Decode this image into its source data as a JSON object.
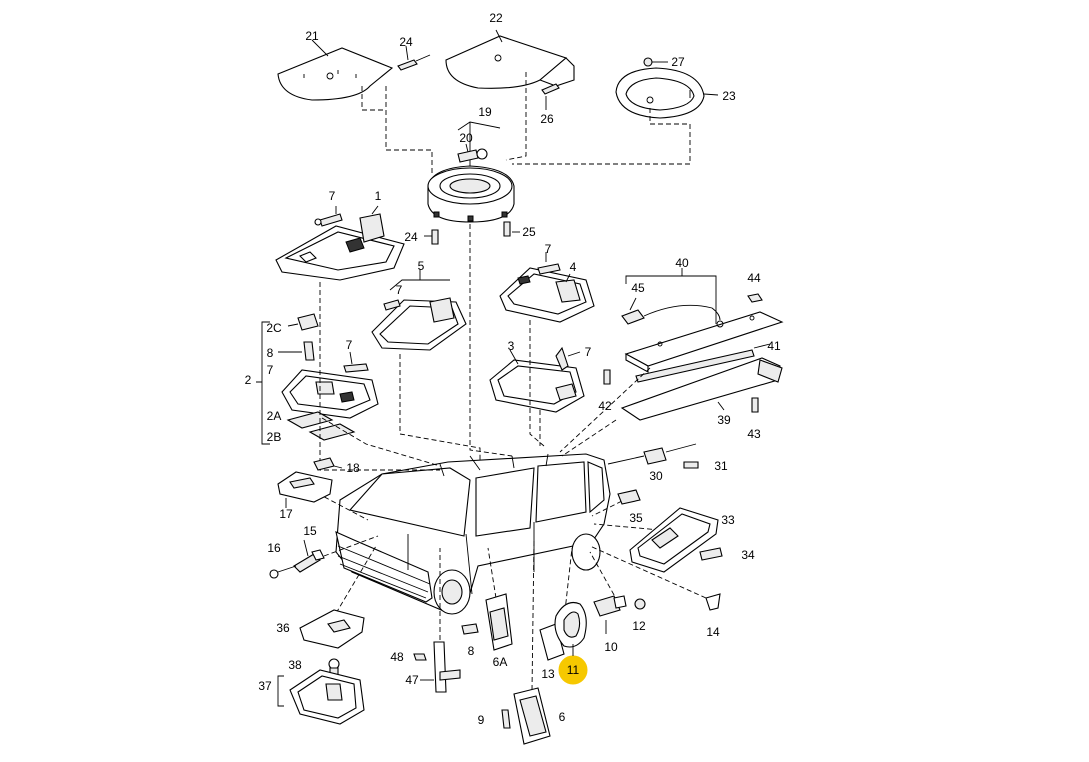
{
  "callouts": [
    {
      "id": "c21",
      "text": "21"
    },
    {
      "id": "c24a",
      "text": "24"
    },
    {
      "id": "c22",
      "text": "22"
    },
    {
      "id": "c27",
      "text": "27"
    },
    {
      "id": "c23",
      "text": "23"
    },
    {
      "id": "c26",
      "text": "26"
    },
    {
      "id": "c19",
      "text": "19"
    },
    {
      "id": "c20",
      "text": "20"
    },
    {
      "id": "c7a",
      "text": "7"
    },
    {
      "id": "c1",
      "text": "1"
    },
    {
      "id": "c24b",
      "text": "24"
    },
    {
      "id": "c25",
      "text": "25"
    },
    {
      "id": "c7b",
      "text": "7"
    },
    {
      "id": "c4",
      "text": "4"
    },
    {
      "id": "c5",
      "text": "5"
    },
    {
      "id": "c7c",
      "text": "7"
    },
    {
      "id": "c40",
      "text": "40"
    },
    {
      "id": "c44",
      "text": "44"
    },
    {
      "id": "c45",
      "text": "45"
    },
    {
      "id": "c2C",
      "text": "2C"
    },
    {
      "id": "c8a",
      "text": "8"
    },
    {
      "id": "c7d",
      "text": "7"
    },
    {
      "id": "c7e",
      "text": "7"
    },
    {
      "id": "c2",
      "text": "2"
    },
    {
      "id": "c3",
      "text": "3"
    },
    {
      "id": "c7f",
      "text": "7"
    },
    {
      "id": "c41",
      "text": "41"
    },
    {
      "id": "c42",
      "text": "42"
    },
    {
      "id": "c39",
      "text": "39"
    },
    {
      "id": "c43",
      "text": "43"
    },
    {
      "id": "c2A",
      "text": "2A"
    },
    {
      "id": "c2B",
      "text": "2B"
    },
    {
      "id": "c18",
      "text": "18"
    },
    {
      "id": "c30",
      "text": "30"
    },
    {
      "id": "c31",
      "text": "31"
    },
    {
      "id": "c17",
      "text": "17"
    },
    {
      "id": "c35",
      "text": "35"
    },
    {
      "id": "c33",
      "text": "33"
    },
    {
      "id": "c15",
      "text": "15"
    },
    {
      "id": "c16",
      "text": "16"
    },
    {
      "id": "c34",
      "text": "34"
    },
    {
      "id": "c36",
      "text": "36"
    },
    {
      "id": "c12",
      "text": "12"
    },
    {
      "id": "c14",
      "text": "14"
    },
    {
      "id": "c10",
      "text": "10"
    },
    {
      "id": "c38",
      "text": "38"
    },
    {
      "id": "c48",
      "text": "48"
    },
    {
      "id": "c8b",
      "text": "8"
    },
    {
      "id": "c6A",
      "text": "6A"
    },
    {
      "id": "c13",
      "text": "13"
    },
    {
      "id": "c47",
      "text": "47"
    },
    {
      "id": "c37",
      "text": "37"
    },
    {
      "id": "c9",
      "text": "9"
    },
    {
      "id": "c6",
      "text": "6"
    }
  ],
  "highlighted_callout": {
    "text": "11",
    "color": "#f6c800"
  }
}
